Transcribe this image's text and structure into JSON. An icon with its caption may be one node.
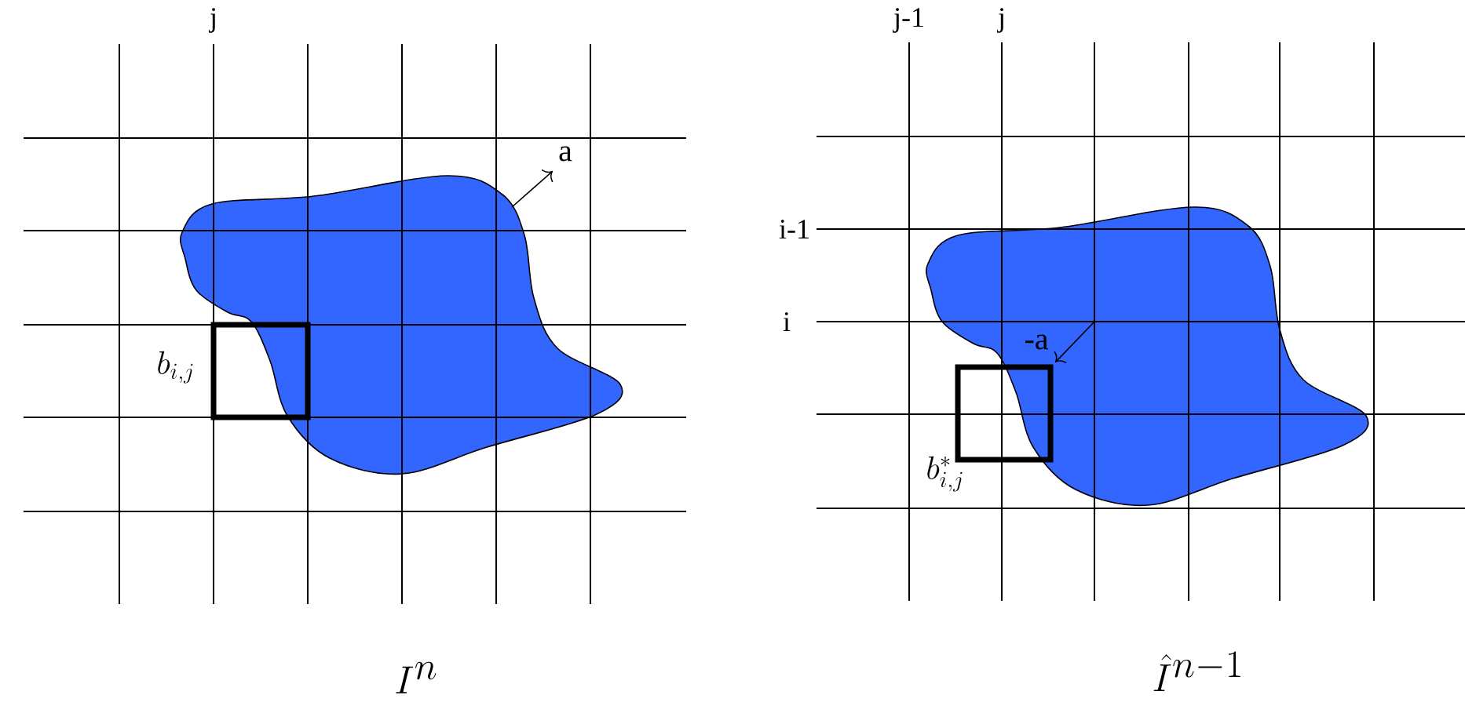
{
  "diagram": {
    "labels": [
      "j",
      "a",
      "b_{i,j}",
      "I^{n}",
      "j-1",
      "j",
      "i-1",
      "i",
      "-a",
      "b^{*}_{i,j}",
      "\\hat{I}^{n-1}"
    ]
  }
}
